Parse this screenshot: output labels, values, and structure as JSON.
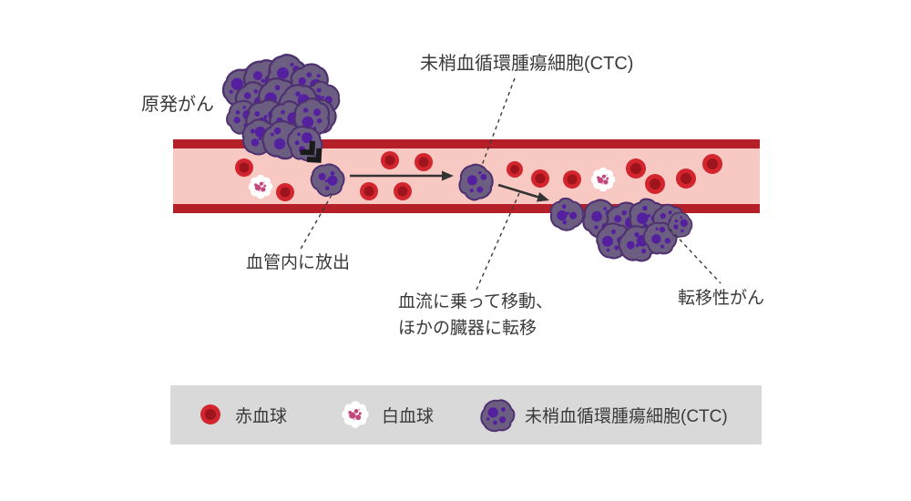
{
  "figure": {
    "labels": {
      "primary_cancer": "原発がん",
      "ctc": "未梢血循環腫瘍細胞(CTC)",
      "release": "血管内に放出",
      "travel_line1": "血流に乗って移動、",
      "travel_line2": "ほかの臓器に転移",
      "metastasis": "転移性がん"
    }
  },
  "legend": {
    "items": [
      {
        "icon": "red-blood-cell-icon",
        "label": "赤血球"
      },
      {
        "icon": "white-blood-cell-icon",
        "label": "白血球"
      },
      {
        "icon": "ctc-cell-icon",
        "label": "未梢血循環腫瘍細胞(CTC)"
      }
    ]
  },
  "colors": {
    "vessel_wall": "#b51f28",
    "vessel_lumen": "#f8c8c3",
    "rbc_outer": "#d2252e",
    "rbc_inner": "#9e141c",
    "wbc_body": "#ffffff",
    "wbc_speckle": "#c2487c",
    "wbc_speckle_light": "#e49ebd",
    "tumor_body": "#6b5e80",
    "tumor_outline": "#4e3070",
    "tumor_spot": "#5520a0",
    "legend_bg": "#d9d9d9",
    "text": "#3a3a3a",
    "arrow": "#333333",
    "chevron": "#1a1a1a"
  }
}
